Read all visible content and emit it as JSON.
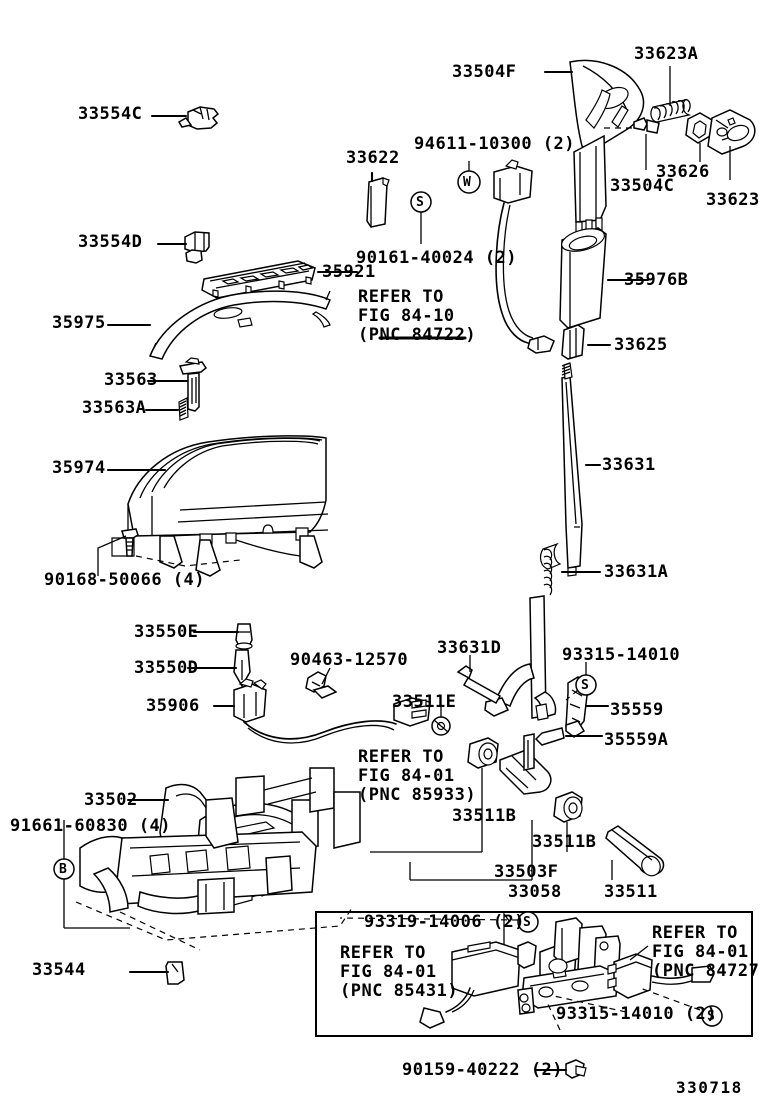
{
  "diagram": {
    "figure_number": "330718",
    "type": "exploded-parts-diagram",
    "subject": "Shift lever / transmission floor shift assembly"
  },
  "labels": {
    "l_33554C": "33554C",
    "l_33554D": "33554D",
    "l_35975": "35975",
    "l_33563": "33563",
    "l_33563A": "33563A",
    "l_35974": "35974",
    "l_90168_50066": "90168-50066 (4)",
    "l_33622": "33622",
    "l_90161_40024": "90161-40024 (2)",
    "l_35921": "35921",
    "l_94611_10300": "94611-10300 (2)",
    "l_refer_8410": "REFER TO\nFIG 84-10\n(PNC 84722)",
    "l_33504F": "33504F",
    "l_33623A": "33623A",
    "l_33626": "33626",
    "l_33504C": "33504C",
    "l_33623": "33623",
    "l_35976B": "35976B",
    "l_33625": "33625",
    "l_33631": "33631",
    "l_33631A": "33631A",
    "l_33550E": "33550E",
    "l_33550D": "33550D",
    "l_35906": "35906",
    "l_90463_12570": "90463-12570",
    "l_33631D": "33631D",
    "l_93315_14010": "93315-14010",
    "l_35559": "35559",
    "l_35559A": "35559A",
    "l_33511E": "33511E",
    "l_refer_8401_85933": "REFER TO\nFIG 84-01\n(PNC 85933)",
    "l_33511B_left": "33511B",
    "l_33511B_right": "33511B",
    "l_33503F": "33503F",
    "l_33058": "33058",
    "l_33511": "33511",
    "l_33502": "33502",
    "l_91661_60830": "91661-60830 (4)",
    "l_33544": "33544",
    "l_93319_14006": "93319-14006 (2)",
    "l_refer_8401_85431": "REFER TO\nFIG 84-01\n(PNC 85431)",
    "l_refer_8401_84727": "REFER TO\nFIG 84-01\n(PNC 84727)",
    "l_93315_14010_2": "93315-14010 (2)",
    "l_90159_40222": "90159-40222 (2)"
  },
  "markers": {
    "s_symbol": "S",
    "w_symbol": "W",
    "b_symbol": "B"
  },
  "colors": {
    "ink": "#000000",
    "paper": "#ffffff"
  }
}
